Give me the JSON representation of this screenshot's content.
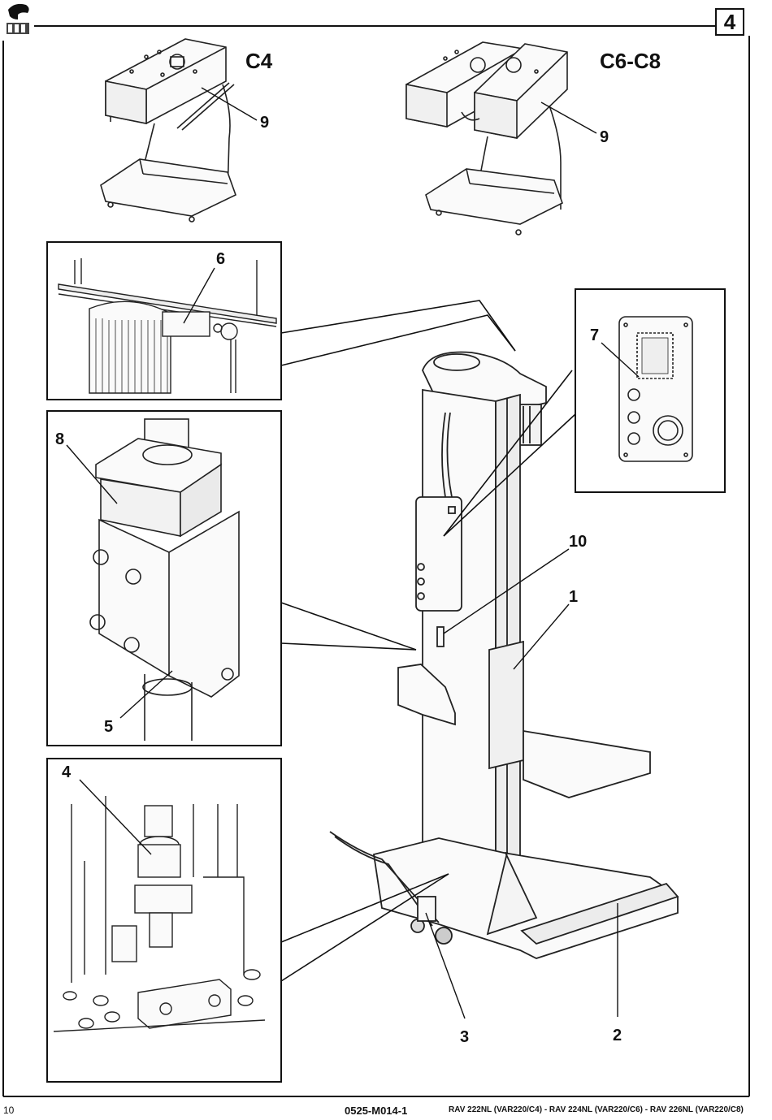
{
  "page": {
    "figure_number": "4",
    "page_number": "10",
    "doc_code": "0525-M014-1",
    "models": "RAV 222NL (VAR220/C4)  - RAV 224NL (VAR220/C6)  - RAV 226NL (VAR220/C8)"
  },
  "variants": {
    "left": "C4",
    "right": "C6-C8"
  },
  "callouts": [
    "1",
    "2",
    "3",
    "4",
    "5",
    "6",
    "7",
    "8",
    "9",
    "9",
    "10"
  ],
  "icons": {
    "brand_logo": "brand-logo-icon"
  }
}
